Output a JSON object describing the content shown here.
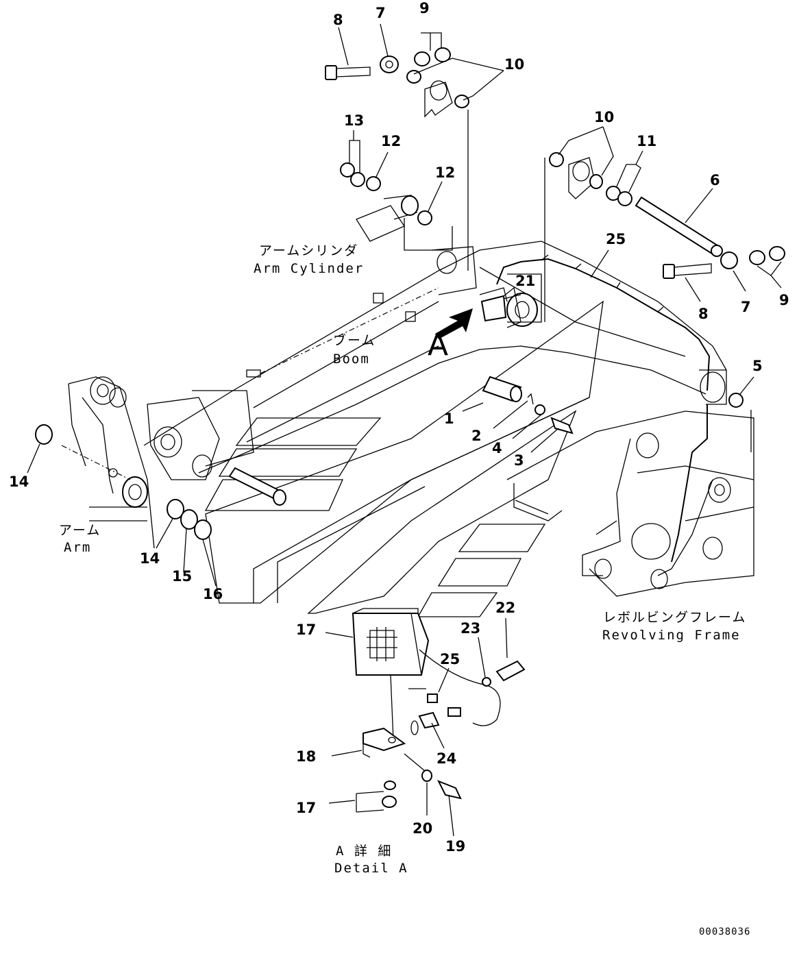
{
  "callouts": {
    "c8_top": "8",
    "c7_top": "7",
    "c9_top": "9",
    "c10_top": "10",
    "c13": "13",
    "c12_a": "12",
    "c12_b": "12",
    "c10_right": "10",
    "c11": "11",
    "c6": "6",
    "c25_top": "25",
    "c21": "21",
    "c8_right": "8",
    "c7_right": "7",
    "c9_right": "9",
    "c5": "5",
    "c1": "1",
    "c2": "2",
    "c4": "4",
    "c3": "3",
    "c14_left": "14",
    "c14_mid": "14",
    "c15": "15",
    "c16": "16",
    "c17_a": "17",
    "c22": "22",
    "c23": "23",
    "c25_detail": "25",
    "c18": "18",
    "c24": "24",
    "c17_b": "17",
    "c20": "20",
    "c19": "19"
  },
  "labels": {
    "arm_cylinder_jp": "アームシリンダ",
    "arm_cylinder_en": "Arm Cylinder",
    "boom_jp": "ブーム",
    "boom_en": "Boom",
    "arm_jp": "アーム",
    "arm_en": "Arm",
    "revolving_jp": "レボルビングフレーム",
    "revolving_en": "Revolving Frame",
    "detail_jp": "A 詳 細",
    "detail_en": "Detail A",
    "view_marker": "A",
    "drawing_code": "00038036"
  },
  "icons": {
    "view_arrow": "view-arrow-icon",
    "work_lamp": "work-lamp-icon"
  }
}
